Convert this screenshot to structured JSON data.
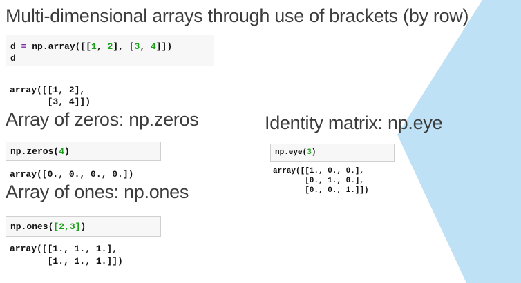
{
  "title": "Multi-dimensional arrays through use of brackets (by row)",
  "colors": {
    "accent": "#bfe1f6",
    "heading": "#3c3c3c",
    "number_literal": "#19a019",
    "operator": "#7a2fa0"
  },
  "sections": {
    "array": {
      "code_line1_pre": "d ",
      "code_line1_op": "=",
      "code_line1_mid": " np.array([[",
      "code_n1": "1",
      "code_sep1": ", ",
      "code_n2": "2",
      "code_sep2": "], [",
      "code_n3": "3",
      "code_sep3": ", ",
      "code_n4": "4",
      "code_end": "]])",
      "code_line2": "d",
      "output": "array([[1, 2],\n       [3, 4]])"
    },
    "zeros": {
      "heading": "Array of zeros: np.zeros",
      "code_pre": "np.zeros(",
      "code_arg": "4",
      "code_post": ")",
      "output": "array([0., 0., 0., 0.])"
    },
    "ones": {
      "heading": "Array of ones: np.ones",
      "code_pre": "np.ones(",
      "code_arg": "[2,3]",
      "code_post": ")",
      "output": "array([[1., 1., 1.],\n       [1., 1., 1.]])"
    },
    "eye": {
      "heading_pre": "Identity matrix: ",
      "heading_fn": "np.eye",
      "code_pre": "np.eye(",
      "code_arg": "3",
      "code_post": ")",
      "output": "array([[1., 0., 0.],\n       [0., 1., 0.],\n       [0., 0., 1.]])"
    }
  }
}
